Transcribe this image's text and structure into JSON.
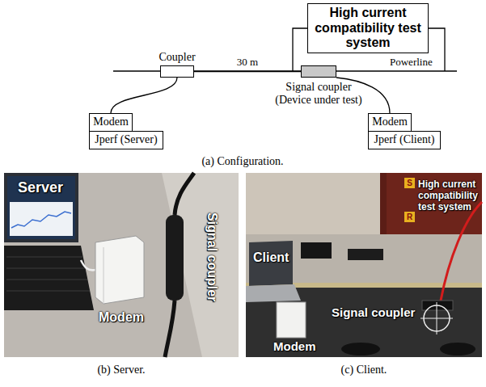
{
  "diagram": {
    "nodes": [
      {
        "text": [
          "High current compatibility test system"
        ]
      },
      {
        "text": [
          "Coupler"
        ]
      },
      {
        "text": [
          "Signal coupler (Device under test)"
        ]
      },
      {
        "text": [
          "Modem"
        ]
      },
      {
        "text": [
          "Jperf (Server)"
        ]
      },
      {
        "text": [
          "Modem"
        ]
      },
      {
        "text": [
          "Jperf (Client)"
        ]
      }
    ],
    "edges": [
      {
        "from": 1,
        "to": 2,
        "label": "30 m",
        "arrow": "none"
      },
      {
        "from": 1,
        "to": 3,
        "arrow": "none"
      },
      {
        "from": 2,
        "to": 5,
        "arrow": "none"
      }
    ],
    "labels": [
      "Powerline",
      "(a) Configuration.",
      "Server",
      "Modem",
      "Signal coupler",
      "(b) Server.",
      "Client",
      "Modem",
      "Signal coupler",
      "High current compatibility test system",
      "S",
      "R",
      "(c) Client."
    ]
  }
}
